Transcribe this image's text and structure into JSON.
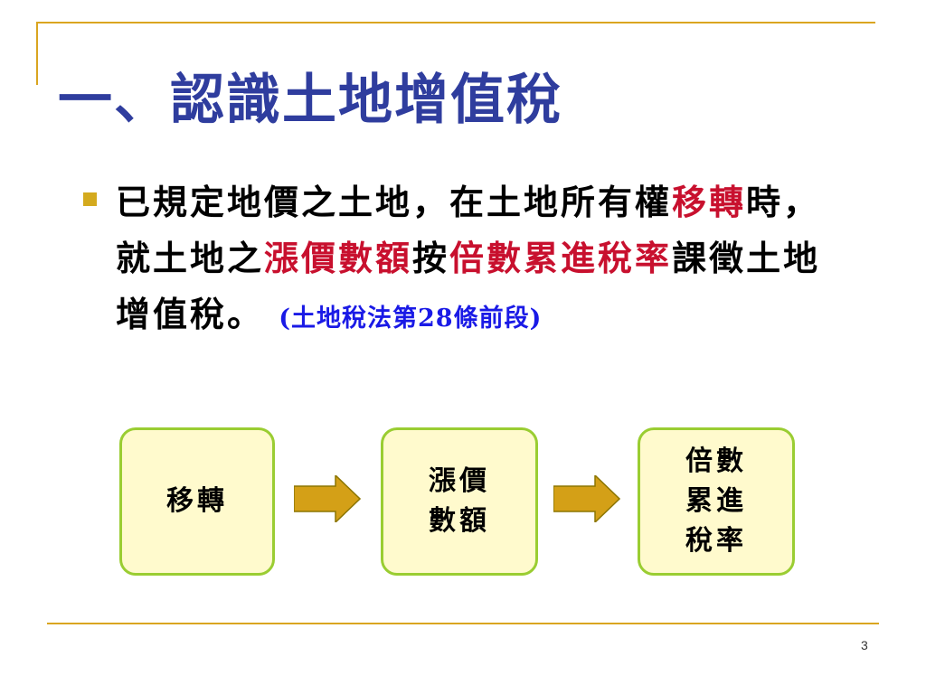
{
  "slide": {
    "title": "一、認識土地增值稅",
    "bullet": {
      "t1": "已規定地價之土地，在土地所有權",
      "t2_red": "移轉",
      "t3": "時，就土地之",
      "t4_red": "漲價數額",
      "t5": "按",
      "t6_red": "倍數累進稅率",
      "t7": "課徵土地增值稅。",
      "ref": "(土地稅法第28條前段)"
    },
    "flow": {
      "box1": "移轉",
      "box2_line1": "漲價",
      "box2_line2": "數額",
      "box3_line1": "倍數",
      "box3_line2": "累進",
      "box3_line3": "稅率"
    },
    "page_number": "3"
  },
  "colors": {
    "title": "#2F3D9E",
    "accent_red": "#C8102E",
    "reference_blue": "#1A1AE6",
    "rule_gold": "#DAA520",
    "box_fill": "#FFFACD",
    "box_border": "#9ACD32",
    "arrow_fill": "#D4A017"
  }
}
